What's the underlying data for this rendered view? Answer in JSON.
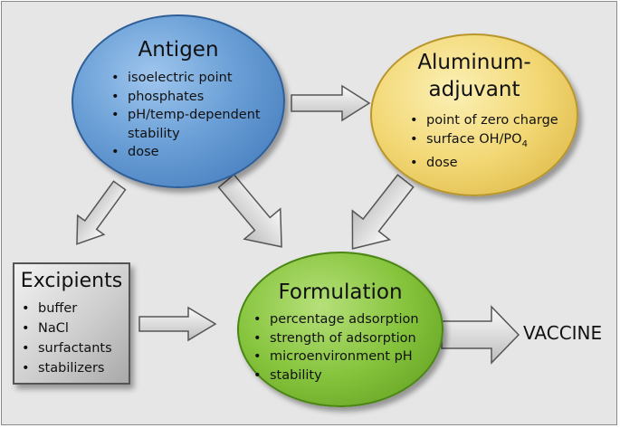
{
  "nodes": {
    "antigen": {
      "title": "Antigen",
      "items": [
        "isoelectric point",
        "phosphates",
        "pH/temp-dependent stability",
        "dose"
      ]
    },
    "aluminum": {
      "title_line1": "Aluminum-",
      "title_line2": "adjuvant",
      "items": [
        "point of zero charge",
        "surface OH/PO",
        "dose"
      ],
      "subscript": "4"
    },
    "excipients": {
      "title": "Excipients",
      "items": [
        "buffer",
        "NaCl",
        "surfactants",
        "stabilizers"
      ]
    },
    "formulation": {
      "title": "Formulation",
      "items": [
        "percentage adsorption",
        "strength of adsorption",
        "microenvironment pH",
        "stability"
      ]
    },
    "vaccine": {
      "label": "VACCINE"
    }
  },
  "colors": {
    "antigen": "#6a9fd6",
    "aluminum": "#f2d774",
    "formulation": "#86c43d",
    "excipients": "#cfcfcf",
    "arrow": "#e8e8e8"
  }
}
